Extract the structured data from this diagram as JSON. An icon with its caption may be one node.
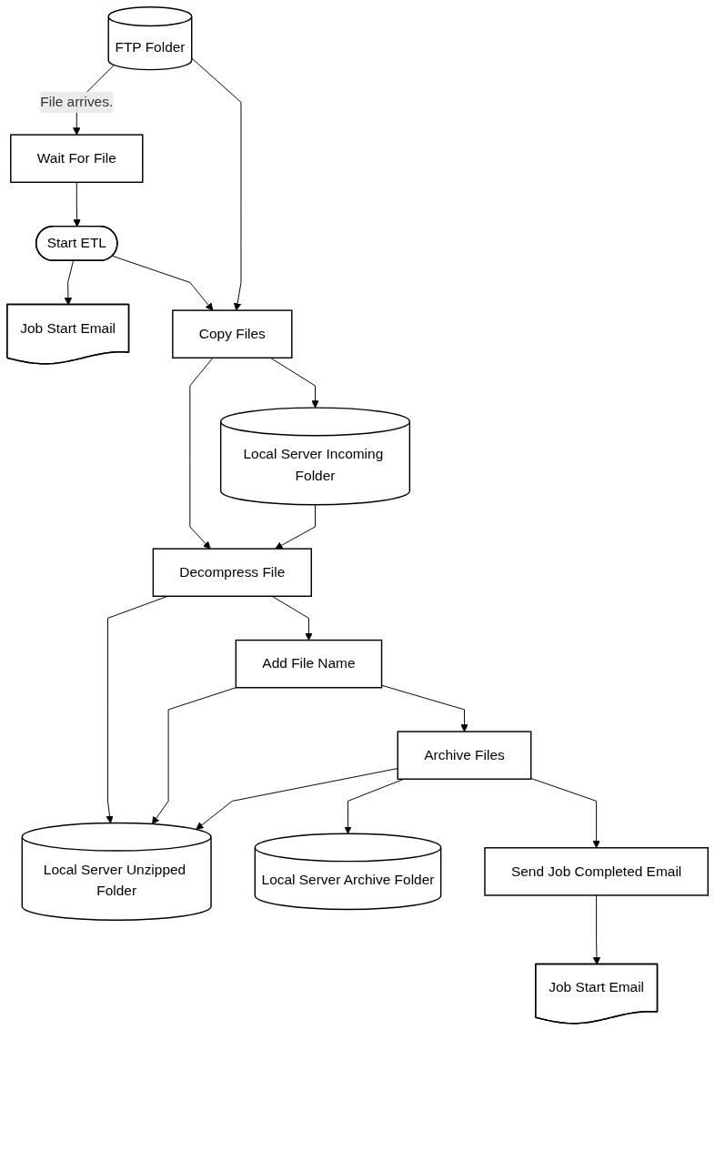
{
  "diagram": {
    "nodes": [
      {
        "text": [
          "FTP Folder"
        ]
      },
      {
        "text": [
          "Wait For File"
        ]
      },
      {
        "text": [
          "Job Start Email"
        ]
      },
      {
        "text": [
          "Start ETL"
        ]
      },
      {
        "text": [
          "Copy Files"
        ]
      },
      {
        "text": [
          "Local Server Incoming Folder"
        ]
      },
      {
        "text": [
          "Decompress File"
        ]
      },
      {
        "text": [
          "Local Server Unzipped Folder"
        ]
      },
      {
        "text": [
          "Add File Name"
        ]
      },
      {
        "text": [
          "Archive Files"
        ]
      },
      {
        "text": [
          "Local Server Archive Folder"
        ]
      },
      {
        "text": [
          "Job Start Email"
        ]
      },
      {
        "text": [
          "Send Job Completed Email"
        ]
      }
    ],
    "edges": [
      {
        "from": 0,
        "to": 1,
        "arrow": "to",
        "label": "File arrives."
      },
      {
        "from": 1,
        "to": 3,
        "arrow": "to"
      },
      {
        "from": 3,
        "to": 2,
        "arrow": "to"
      },
      {
        "from": 3,
        "to": 4,
        "arrow": "to"
      },
      {
        "from": 0,
        "to": 4,
        "arrow": "to"
      },
      {
        "from": 4,
        "to": 5,
        "arrow": "to"
      },
      {
        "from": 4,
        "to": 6,
        "arrow": "to"
      },
      {
        "from": 5,
        "to": 6,
        "arrow": "to"
      },
      {
        "from": 6,
        "to": 7,
        "arrow": "to"
      },
      {
        "from": 6,
        "to": 8,
        "arrow": "to"
      },
      {
        "from": 8,
        "to": 7,
        "arrow": "to"
      },
      {
        "from": 8,
        "to": 9,
        "arrow": "to"
      },
      {
        "from": 9,
        "to": 7,
        "arrow": "to"
      },
      {
        "from": 9,
        "to": 10,
        "arrow": "to"
      },
      {
        "from": 9,
        "to": 12,
        "arrow": "to"
      },
      {
        "from": 12,
        "to": 11,
        "arrow": "to"
      }
    ]
  }
}
